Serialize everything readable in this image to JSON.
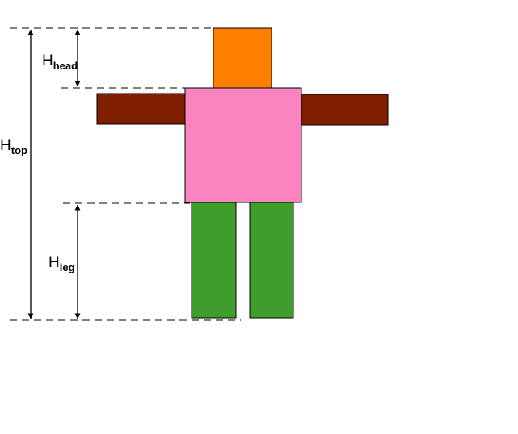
{
  "colors": {
    "head": "#FF8000",
    "torso": "#F984BF",
    "arms": "#801E00",
    "legs": "#3F9D2B"
  },
  "labels": {
    "head": {
      "main": "H",
      "sub": "head"
    },
    "top": {
      "main": "H",
      "sub": "top"
    },
    "leg": {
      "main": "H",
      "sub": "leg"
    }
  }
}
